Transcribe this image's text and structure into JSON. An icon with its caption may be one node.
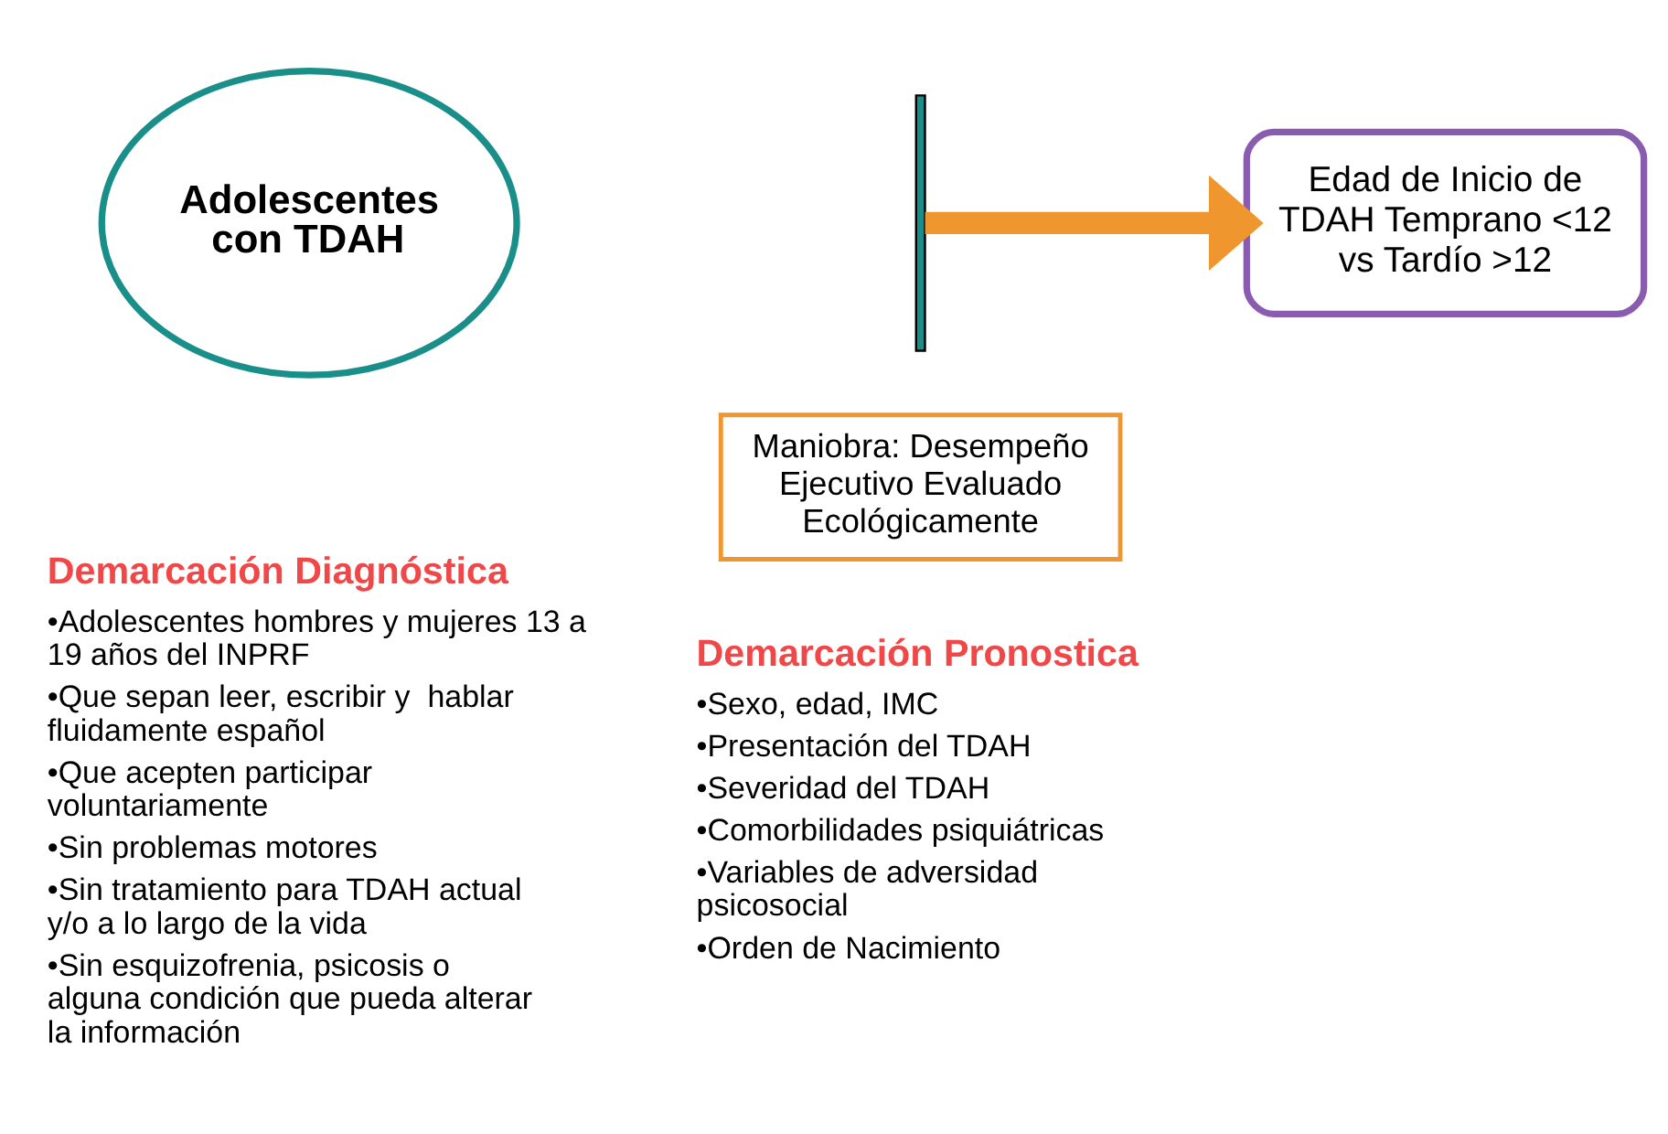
{
  "diagram": {
    "nodes": [
      {
        "text": [
          "Adolescentes con TDAH"
        ]
      },
      {
        "text": [],
        "shape": "bar"
      },
      {
        "text": [
          "Maniobra: Desempeño Ejecutivo Evaluado Ecológicamente"
        ]
      },
      {
        "text": [
          "Edad de Inicio de TDAH Temprano <12 vs Tardío >12"
        ]
      }
    ],
    "edges": [
      {
        "from": 1,
        "to": 3,
        "arrow": "to"
      }
    ],
    "labels": [
      "Demarcación Diagnóstica",
      "•Adolescentes hombres y mujeres 13 a 19 años del INPRF",
      "•Que sepan leer, escribir y  hablar fluidamente español",
      "•Que acepten participar voluntariamente",
      "•Sin problemas motores",
      "•Sin tratamiento para TDAH actual y/o a lo largo de la vida",
      "•Sin esquizofrenia, psicosis o alguna condición que pueda alterar la información",
      "Demarcación Pronostica",
      "•Sexo, edad, IMC",
      "•Presentación del TDAH",
      "•Severidad del TDAH",
      "•Comorbilidades psiquiátricas",
      "•Variables de adversidad  psicosocial",
      "•Orden de Nacimiento"
    ]
  }
}
